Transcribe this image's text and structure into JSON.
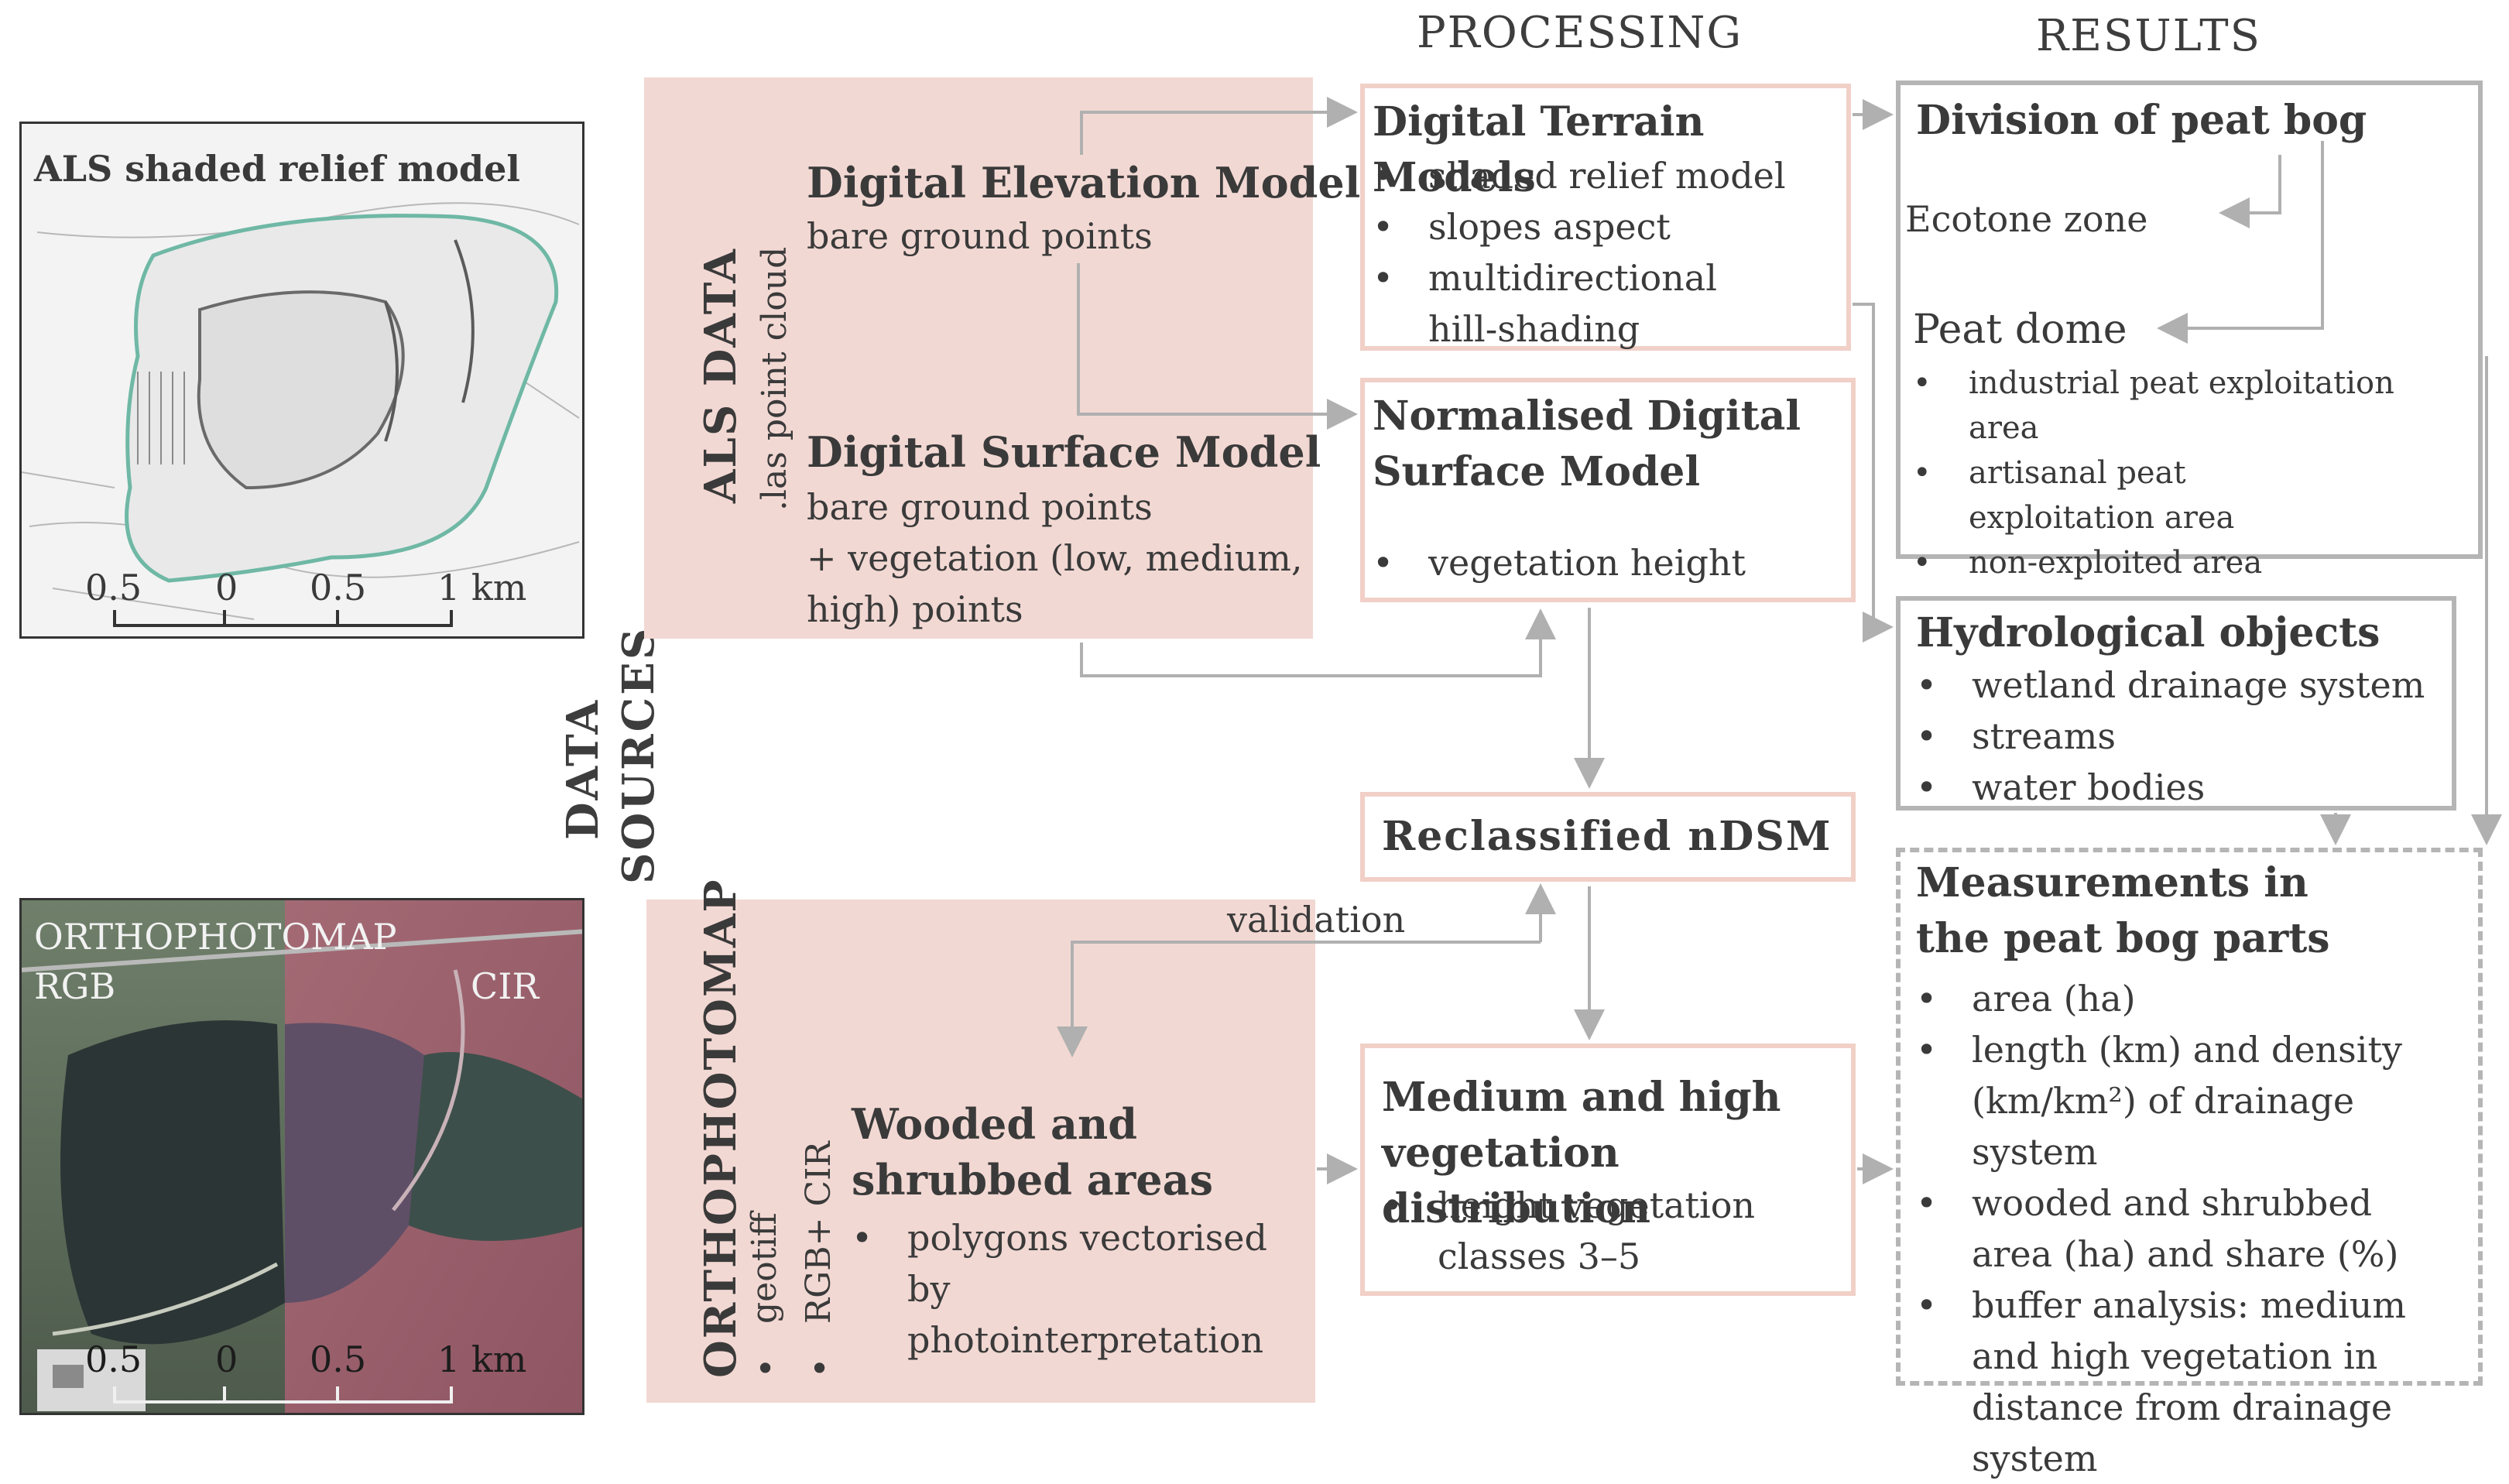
{
  "headers": {
    "processing": "PROCESSING",
    "results": "RESULTS"
  },
  "left_panels": {
    "als": {
      "title": "ALS shaded relief model",
      "scale": [
        "0.5",
        "0",
        "0.5",
        "1 km"
      ]
    },
    "ortho": {
      "title": "ORTHOPHOTOMAP",
      "rgb": "RGB",
      "cir": "CIR",
      "scale": [
        "0.5",
        "0",
        "0.5",
        "1 km"
      ]
    }
  },
  "data_sources": {
    "line1": "DATA",
    "line2": "SOURCES"
  },
  "als_data": {
    "label": "ALS DATA",
    "sublabel": ".las point cloud",
    "dem_title": "Digital Elevation Model",
    "dem_text": "bare ground points",
    "dsm_title": "Digital Surface Model",
    "dsm_lines": [
      "bare ground points",
      "+ vegetation (low, medium,",
      "high) points"
    ]
  },
  "ortho_data": {
    "label": "ORTHOPHOTOMAP",
    "sub1": "geotiff",
    "sub2": "RGB+ CIR",
    "wood_title": "Wooded and shrubbed areas",
    "wood_bullet": "polygons vectorised by photointerpretation"
  },
  "processing": {
    "dtm_title": "Digital Terrain Models",
    "dtm_items": [
      "shaded relief model",
      "slopes aspect",
      "multidirectional hill-shading"
    ],
    "ndsm_title": "Normalised Digital Surface Model",
    "ndsm_item": "vegetation height",
    "reclass": "Reclassified nDSM",
    "validation": "validation",
    "veg_title": "Medium and high vegetation distribution",
    "veg_item": "height vegetation classes 3–5"
  },
  "results": {
    "division_title": "Division of peat bog",
    "ecotone": "Ecotone zone",
    "dome": "Peat dome",
    "dome_items": [
      "industrial peat exploitation area",
      "artisanal  peat exploitation area",
      "non-exploited area"
    ],
    "hydro_title": "Hydrological objects",
    "hydro_items": [
      "wetland drainage system",
      "streams",
      "water bodies"
    ],
    "meas_title": "Measurements in the peat bog parts",
    "meas_items": [
      "area (ha)",
      "length (km) and density (km/km²) of drainage system",
      "wooded and shrubbed area (ha) and share (%)",
      "buffer analysis: medium and high vegetation in distance from drainage system"
    ]
  }
}
